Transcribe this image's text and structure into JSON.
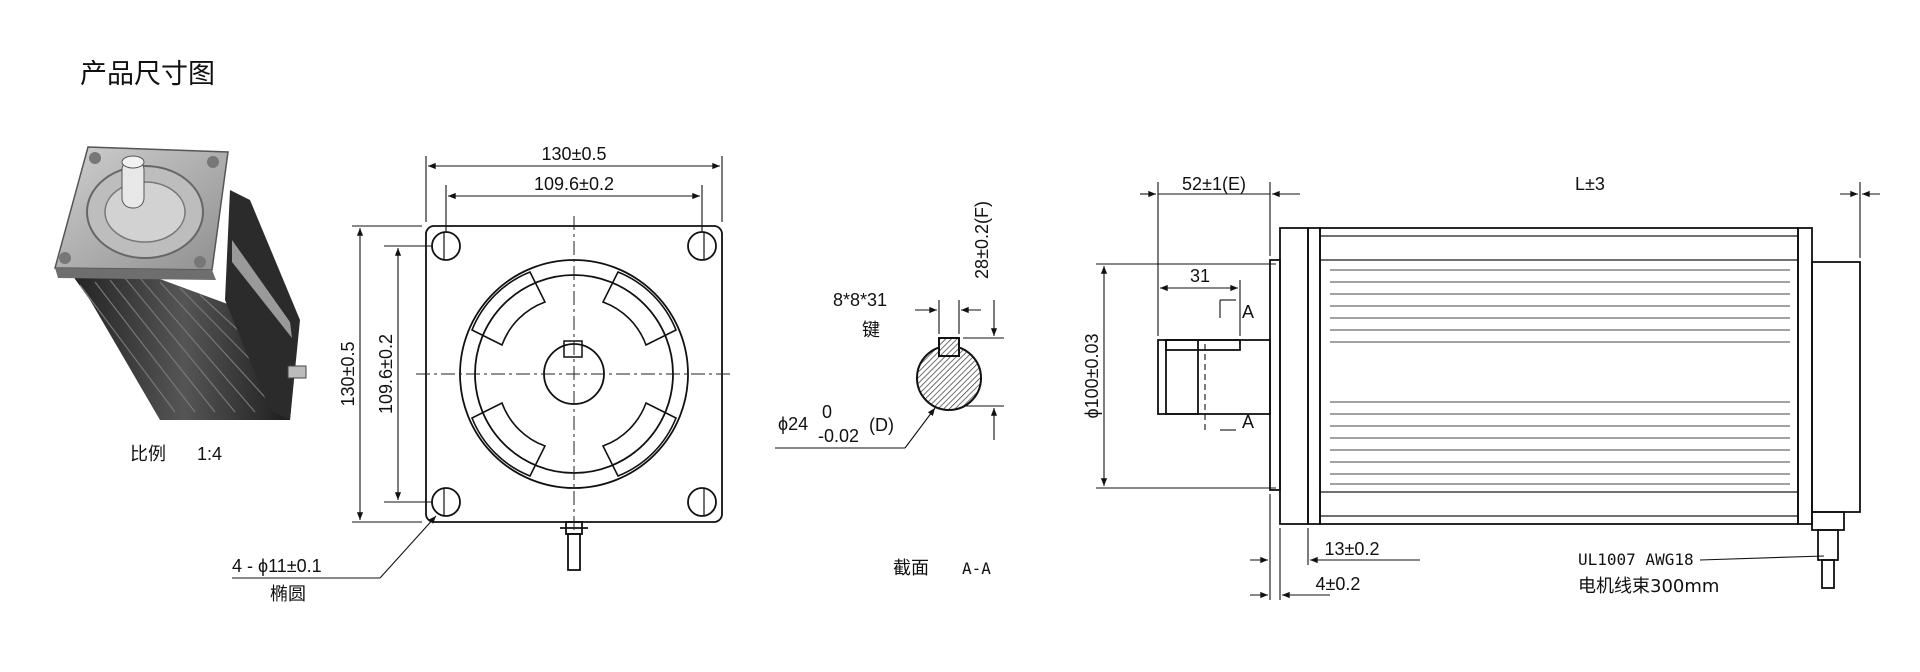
{
  "title": "产品尺寸图",
  "iso_view": {
    "scale_label": "比例",
    "scale_value": "1:4"
  },
  "front_view": {
    "dim_outer_width": "130±0.5",
    "dim_bolt_spacing_width": "109.6±0.2",
    "dim_outer_height": "130±0.5",
    "dim_bolt_spacing_height": "109.6±0.2",
    "hole_callout": "4 - ϕ11±0.1",
    "hole_note": "椭圆"
  },
  "section_view": {
    "key_size": "8*8*31",
    "key_label": "键",
    "dim_key_height": "28±0.2(F)",
    "shaft_dia_prefix": "ϕ24",
    "shaft_tol_upper": "0",
    "shaft_tol_lower": "-0.02",
    "shaft_code": "(D)",
    "section_label": "截面",
    "section_name": "A-A"
  },
  "side_view": {
    "dim_shaft_length": "52±1(E)",
    "dim_body_length": "L±3",
    "dim_key_length": "31",
    "section_marker_top": "A",
    "section_marker_bottom": "A",
    "dim_pilot_dia": "ϕ100±0.03",
    "dim_flange_thickness": "13±0.2",
    "dim_pilot_height": "4±0.2",
    "cable_spec": "UL1007  AWG18",
    "cable_label": "电机线束300mm"
  }
}
